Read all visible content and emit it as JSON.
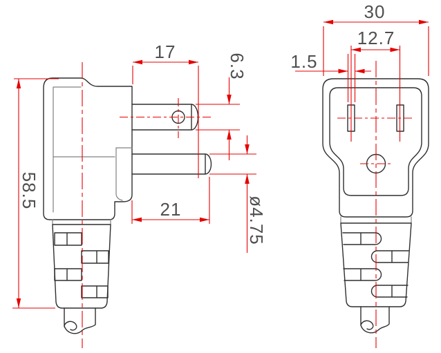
{
  "drawing": {
    "type": "engineering-dimension-drawing",
    "subject": "right-angle power plug, side view and front view",
    "colors": {
      "outline": "#2e2e2e",
      "inner_line": "#808080",
      "dimension": "#e60000",
      "text": "#4f4f4f",
      "background": "#ffffff"
    },
    "side_view": {
      "blade_length": "17",
      "blade_width": "6.3",
      "overall_height": "58.5",
      "ground_pin_length": "21",
      "ground_pin_diameter": "ø4.75"
    },
    "front_view": {
      "overall_width": "30",
      "pin_spacing": "12.7",
      "pin_slot_width": "1.5"
    }
  }
}
